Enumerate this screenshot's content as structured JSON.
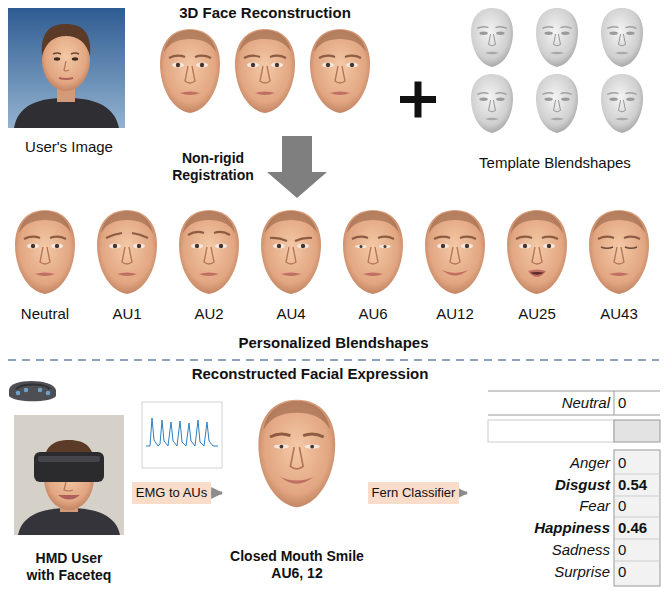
{
  "diagram": {
    "nodes": [
      {
        "text": [
          "User's Image"
        ]
      },
      {
        "text": [
          "3D Face Reconstruction"
        ]
      },
      {
        "text": [
          "Template Blendshapes"
        ]
      },
      {
        "text": [
          "Personalized Blendshapes"
        ]
      },
      {
        "text": [
          "HMD User with Faceteq"
        ]
      },
      {
        "text": [
          "Closed Mouth Smile AU6, 12"
        ]
      },
      {
        "text": [
          "Neutral",
          "0",
          "Anger",
          "0",
          "Disgust",
          "0.54",
          "Fear",
          "0",
          "Happiness",
          "0.46",
          "Sadness",
          "0",
          "Surprise",
          "0"
        ]
      }
    ],
    "edges": [
      {
        "from": 1,
        "to": 3,
        "label": "Non-rigid Registration",
        "arrow": "to"
      },
      {
        "from": 4,
        "to": 5,
        "label": "EMG to AUs",
        "arrow": "to"
      },
      {
        "from": 5,
        "to": 6,
        "label": "Fern Classifier",
        "arrow": "to"
      }
    ],
    "labels": [
      "Neutral",
      "AU1",
      "AU2",
      "AU4",
      "AU6",
      "AU12",
      "AU25",
      "AU43",
      "Reconstructed Facial Expression"
    ]
  }
}
